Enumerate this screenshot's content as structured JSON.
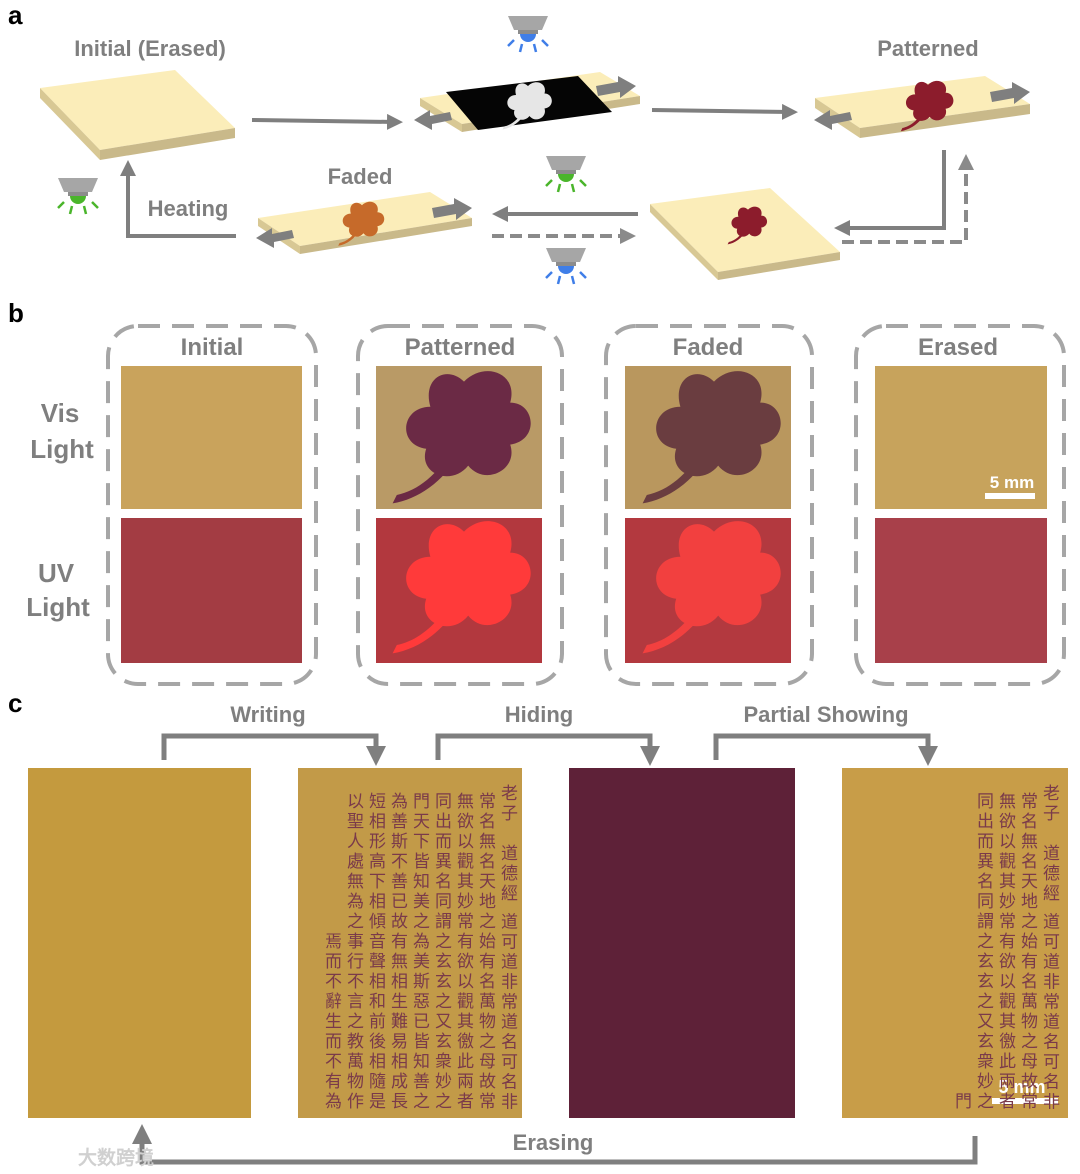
{
  "panel_labels": {
    "a": "a",
    "b": "b",
    "c": "c"
  },
  "panel_a": {
    "initial_erased": "Initial (Erased)",
    "patterned": "Patterned",
    "faded": "Faded",
    "heating": "Heating"
  },
  "panel_b": {
    "columns": [
      "Initial",
      "Patterned",
      "Faded",
      "Erased"
    ],
    "row_vis_line1": "Vis",
    "row_vis_line2": "Light",
    "row_uv_line1": "UV",
    "row_uv_line2": "Light",
    "scale_bar": "5 mm"
  },
  "panel_c": {
    "writing": "Writing",
    "hiding": "Hiding",
    "partial_showing": "Partial Showing",
    "erasing": "Erasing",
    "scale_bar": "5 mm",
    "text_full": "老子　道德經 道可道非常道名可名非常名無名天地之始有名萬物之母故常無欲以觀其妙常有欲以觀其徼此兩者同出而異名同謂之玄玄之又玄衆妙之門天下皆知美之為美斯惡已皆知善之為善斯不善已故有無相生難易相成長短相形高下相傾音聲相和前後相隨是以聖人處無為之事行不言之教萬物作焉而不辭生而不有為",
    "text_partial": "老子　道德經 道可道非常道名可名非常名無名天地之始有名萬物之母故常無欲以觀其妙常有欲以觀其徼此兩者同出而異名同謂之玄玄之又玄衆妙之門"
  },
  "watermark": "大数跨境",
  "colors": {
    "arrow_gray": "#7f7f7f",
    "dash_gray": "#a6a6a6",
    "film_cream": "#fbedb9",
    "film_side": "#c9b98a",
    "pattern_maroon": "#8c1c2c",
    "uv_red": "#a33c43",
    "uv_glow": "#ff3a3a",
    "vis_tan": "#c7a35c",
    "blue_light": "#3f7ee8",
    "green_light": "#4ab52b"
  },
  "icons": [
    "lamp-blue-icon",
    "lamp-green-icon",
    "clover-pattern-icon"
  ]
}
